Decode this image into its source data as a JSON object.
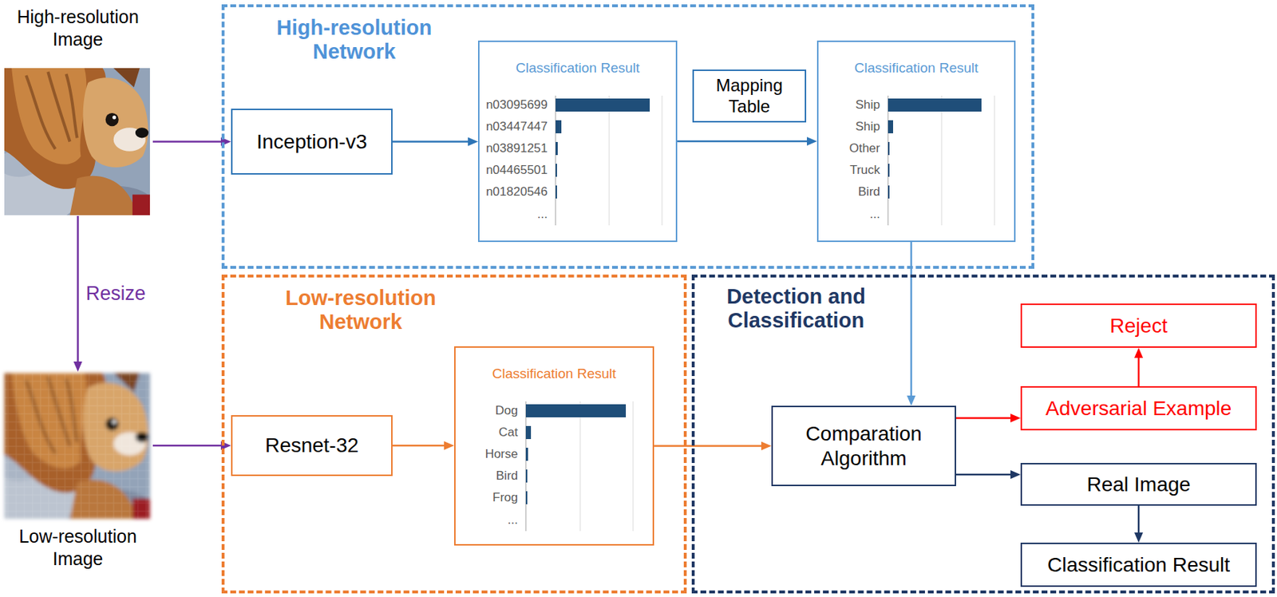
{
  "diagram": {
    "nodes": [
      {
        "text": [
          "High-resolution Image"
        ]
      },
      {
        "text": [
          "High-resolution Network"
        ]
      },
      {
        "text": [
          "Inception-v3"
        ],
        "in": 1
      },
      {
        "text": [
          "Classification Result",
          "n03095699",
          "n03447447",
          "n03891251",
          "n04465501",
          "n01820546",
          "..."
        ],
        "in": 1
      },
      {
        "text": [
          "Mapping Table"
        ],
        "in": 1
      },
      {
        "text": [
          "Classification Result",
          "Ship",
          "Ship",
          "Other",
          "Truck",
          "Bird",
          "..."
        ],
        "in": 1
      },
      {
        "text": [
          "Low-resolution Image"
        ]
      },
      {
        "text": [
          "Low-resolution Network"
        ]
      },
      {
        "text": [
          "Resnet-32"
        ],
        "in": 7
      },
      {
        "text": [
          "Classification Result",
          "Dog",
          "Cat",
          "Horse",
          "Bird",
          "Frog",
          "..."
        ],
        "in": 7
      },
      {
        "text": [
          "Detection and Classification"
        ]
      },
      {
        "text": [
          "Comparation Algorithm"
        ],
        "in": 10
      },
      {
        "text": [
          "Reject"
        ],
        "in": 10
      },
      {
        "text": [
          "Adversarial Example"
        ],
        "in": 10
      },
      {
        "text": [
          "Real Image"
        ],
        "in": 10
      },
      {
        "text": [
          "Classification Result"
        ],
        "in": 10
      }
    ],
    "edges": [
      {
        "from": 0,
        "to": 6,
        "arrow": "to",
        "label": "Resize"
      },
      {
        "from": 0,
        "to": 2,
        "arrow": "to"
      },
      {
        "from": 2,
        "to": 3,
        "arrow": "to"
      },
      {
        "from": 3,
        "to": 5,
        "arrow": "to"
      },
      {
        "from": 5,
        "to": 11,
        "arrow": "to"
      },
      {
        "from": 6,
        "to": 8,
        "arrow": "to"
      },
      {
        "from": 8,
        "to": 9,
        "arrow": "to"
      },
      {
        "from": 9,
        "to": 11,
        "arrow": "to"
      },
      {
        "from": 11,
        "to": 13,
        "arrow": "to"
      },
      {
        "from": 11,
        "to": 14,
        "arrow": "to"
      },
      {
        "from": 13,
        "to": 12,
        "arrow": "to"
      },
      {
        "from": 14,
        "to": 15,
        "arrow": "to"
      }
    ]
  }
}
